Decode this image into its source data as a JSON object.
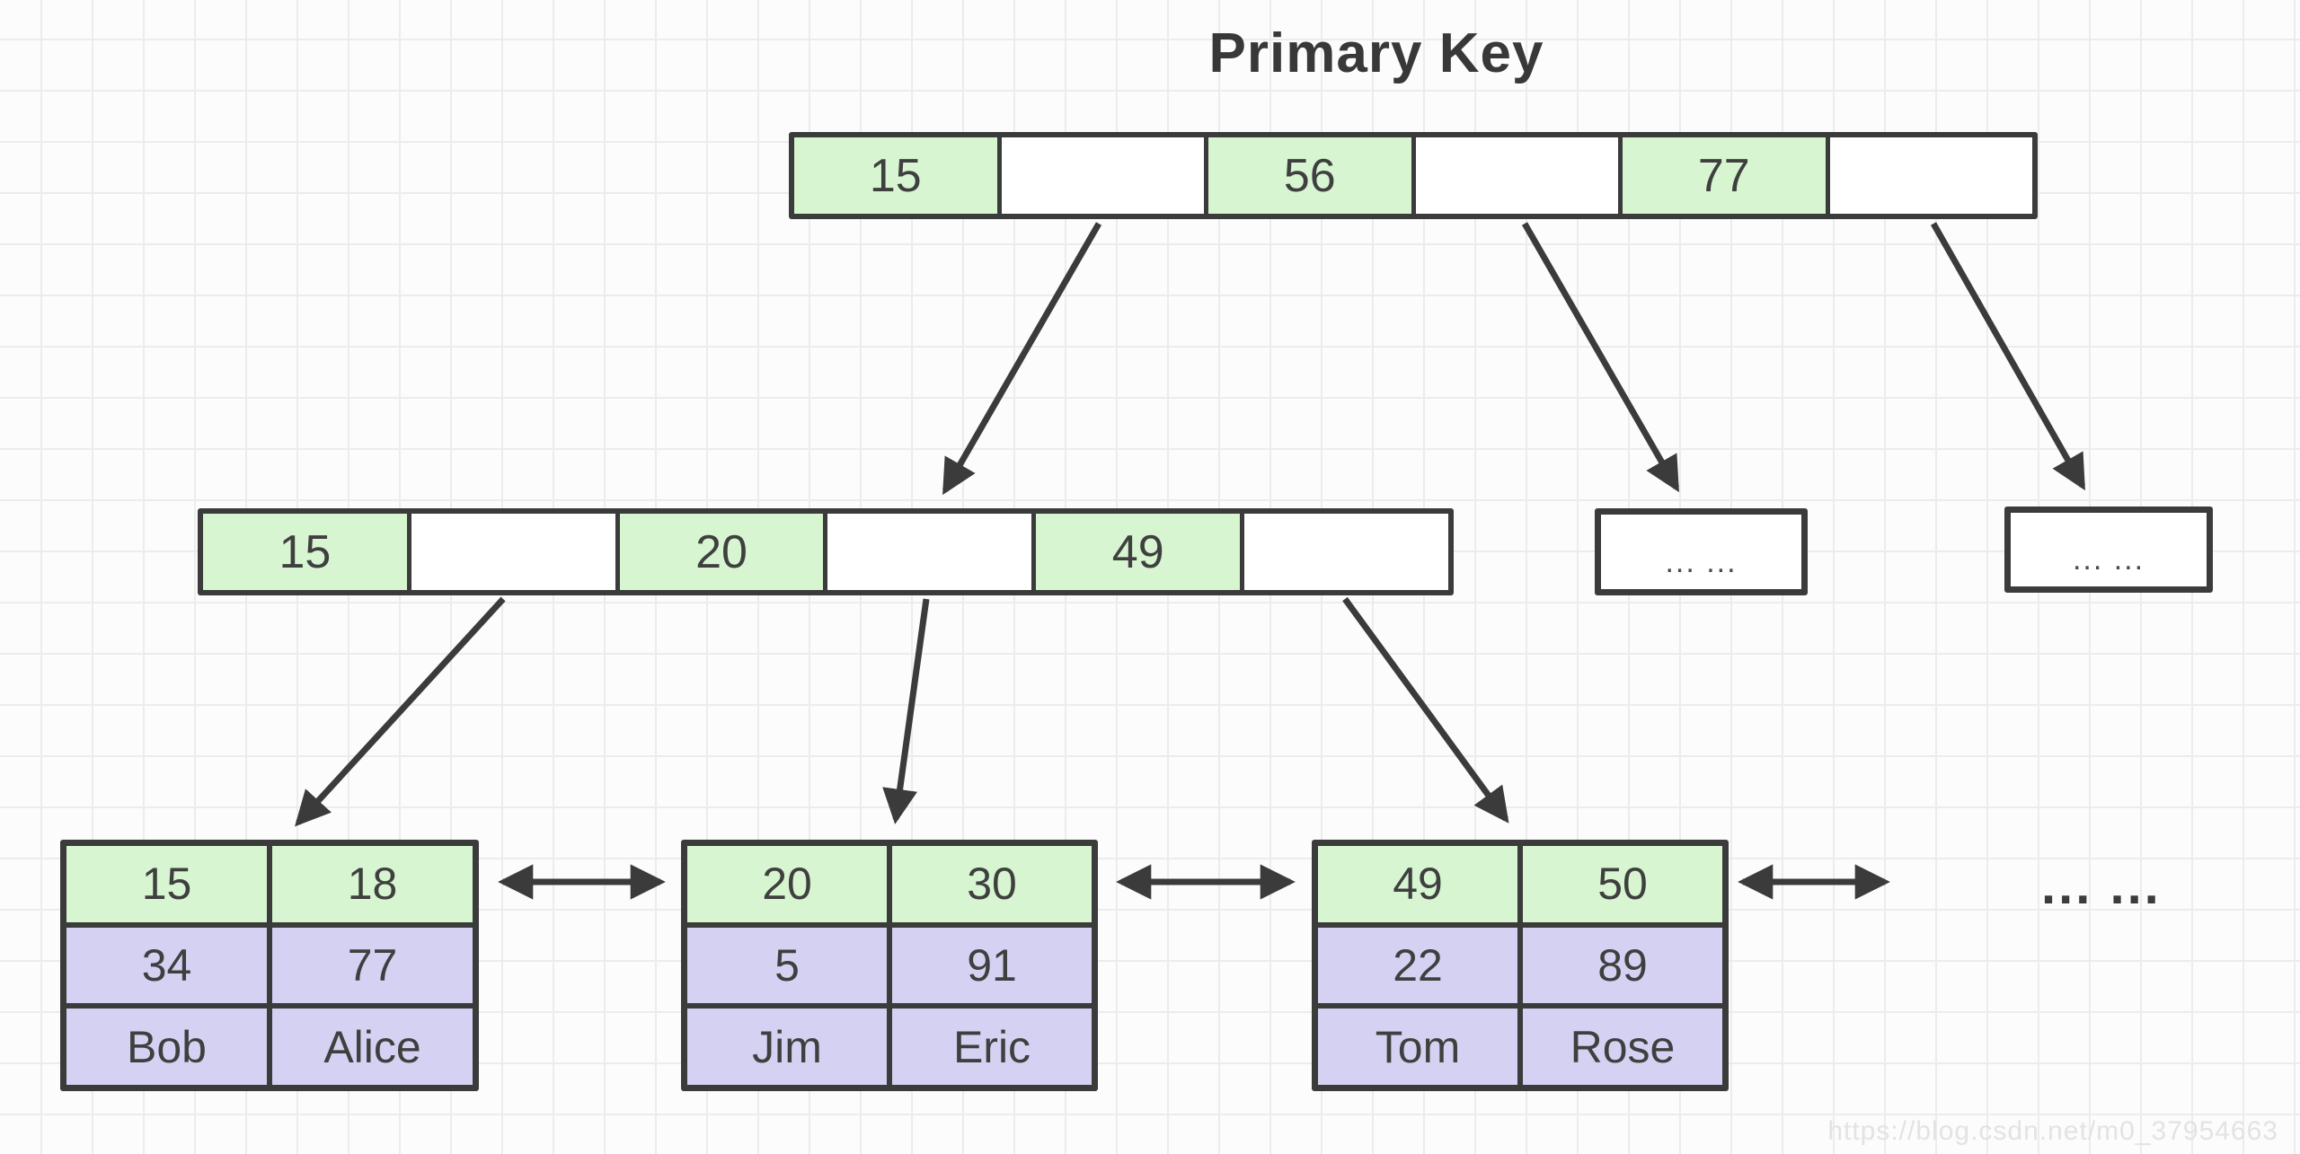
{
  "title": "Primary Key",
  "colors": {
    "canvas_bg": "#fcfcfc",
    "grid_line": "#ececec",
    "border_dark": "#3b3b3b",
    "text_dark": "#3f3f3f",
    "key_green": "#d6f5d0",
    "record_purple": "#d4d1f2",
    "watermark_gray": "#e4e2e2"
  },
  "tree": {
    "root": {
      "cells": [
        "15",
        "",
        "56",
        "",
        "77",
        ""
      ]
    },
    "internal": {
      "cells": [
        "15",
        "",
        "20",
        "",
        "49",
        ""
      ]
    },
    "ellipsis_nodes": [
      {
        "label": "... ..."
      },
      {
        "label": "... ..."
      }
    ],
    "leaves": [
      {
        "rows": [
          [
            "15",
            "18"
          ],
          [
            "34",
            "77"
          ],
          [
            "Bob",
            "Alice"
          ]
        ]
      },
      {
        "rows": [
          [
            "20",
            "30"
          ],
          [
            "5",
            "91"
          ],
          [
            "Jim",
            "Eric"
          ]
        ]
      },
      {
        "rows": [
          [
            "49",
            "50"
          ],
          [
            "22",
            "89"
          ],
          [
            "Tom",
            "Rose"
          ]
        ]
      }
    ],
    "leaf_ellipsis": "... ..."
  },
  "watermark": "https://blog.csdn.net/m0_37954663"
}
